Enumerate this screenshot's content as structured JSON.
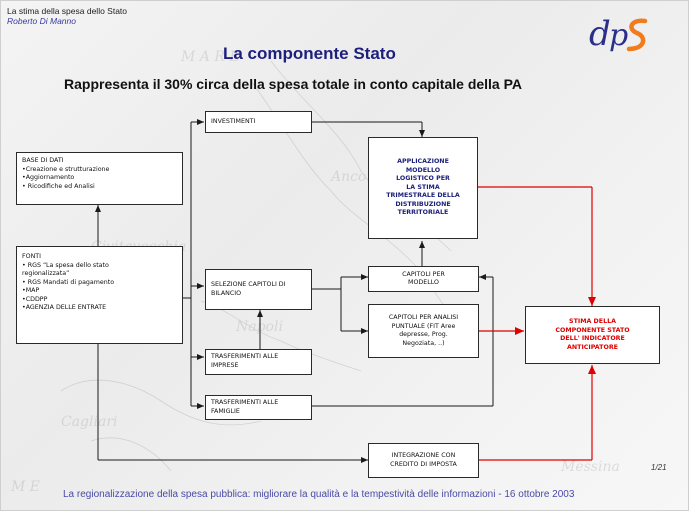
{
  "header": {
    "subtitle_line1": "La stima della spesa dello Stato",
    "subtitle_line2": "Roberto Di Manno",
    "title": "La componente Stato",
    "headline": "Rappresenta il 30% circa della spesa totale in conto capitale della PA",
    "logo_text": "dps"
  },
  "boxes": {
    "base_di_dati": {
      "lines": [
        "BASE DI DATI",
        "•Creazione e strutturazione",
        "•Aggiornamento",
        "• Ricodifiche ed Analisi"
      ]
    },
    "fonti": {
      "lines": [
        "FONTI",
        "• RGS “La spesa dello stato",
        "regionalizzata”",
        "• RGS Mandati di pagamento",
        "•MAP",
        "•CDDPP",
        "•AGENZIA DELLE ENTRATE"
      ]
    },
    "investimenti": {
      "label": "INVESTIMENTI"
    },
    "selezione": {
      "lines": [
        "SELEZIONE CAPITOLI DI",
        "BILANCIO"
      ]
    },
    "trasferimenti_imprese": {
      "lines": [
        "TRASFERIMENTI ALLE",
        "IMPRESE"
      ]
    },
    "trasferimenti_famiglie": {
      "lines": [
        "TRASFERIMENTI ALLE",
        "FAMIGLIE"
      ]
    },
    "applicazione": {
      "lines": [
        "APPLICAZIONE",
        "MODELLO",
        "LOGISTICO PER",
        "LA STIMA",
        "TRIMESTRALE DELLA",
        "DISTRIBUZIONE",
        "TERRITORIALE"
      ]
    },
    "capitoli_modello": {
      "lines": [
        "CAPITOLI PER",
        "MODELLO"
      ]
    },
    "capitoli_analisi": {
      "lines": [
        "CAPITOLI PER ANALISI",
        "PUNTUALE (FIT Aree",
        "depresse, Prog.",
        "Negoziata, ..)"
      ]
    },
    "integrazione": {
      "lines": [
        "INTEGRAZIONE CON",
        "CREDITO DI IMPOSTA"
      ]
    },
    "stima": {
      "lines": [
        "STIMA  DELLA",
        "COMPONENTE STATO",
        "DELL' INDICATORE",
        "ANTICIPATORE"
      ]
    }
  },
  "footer": {
    "page_number": "1/21",
    "text": "La regionalizzazione della spesa pubblica: migliorare la qualità e la tempestività delle informazioni - 16 ottobre 2003"
  },
  "colors": {
    "title": "#1c1f7c",
    "footer": "#4a4aa8",
    "arrow_red": "#e00000",
    "arrow_black": "#1a1a1a",
    "box_border": "#2a2a2a"
  }
}
